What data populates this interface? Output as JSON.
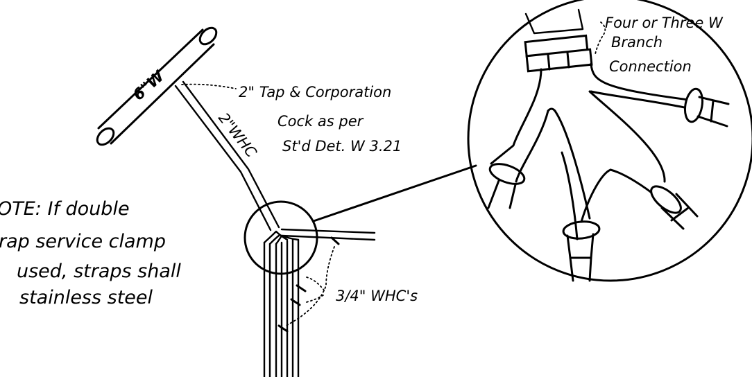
{
  "labels": {
    "main_size": "6\"W",
    "service_size": "2\"WHC",
    "tap_line1": "2\" Tap & Corporation",
    "tap_line2": "Cock as per",
    "tap_line3": "St'd Det. W 3.21",
    "branch_line1": "Four or Three W",
    "branch_line2": "Branch",
    "branch_line3": "Connection",
    "branch_services": "3/4\" WHC's",
    "note_line1": "OTE: If double",
    "note_line2": "rap service clamp",
    "note_line3": "used, straps shall",
    "note_line4": "stainless  steel"
  }
}
